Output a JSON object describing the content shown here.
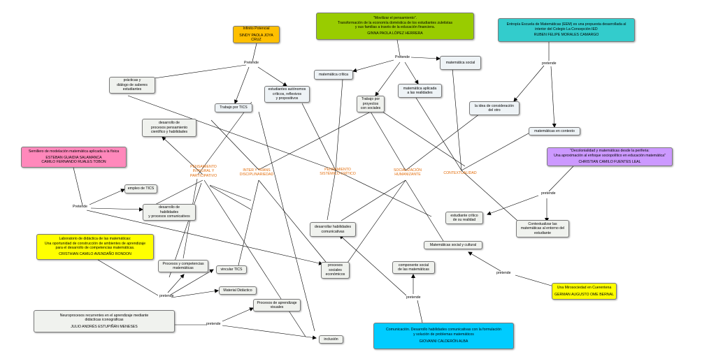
{
  "diagram": {
    "type": "concept-map",
    "nodes": {
      "infinito": {
        "title": "Infinito Potencial",
        "author": "SINDY PAOLA JOYA CRUZ"
      },
      "movilizar": {
        "title": "\"Movilizar el pensamiento\".\nTransformación de la economía doméstica de los estudiantes zuletistas\ny sus familias a través de la educación financiera.",
        "author": "GINNA PAOLA LÓPEZ HERRERA"
      },
      "entropia": {
        "title": "Entropía Escuela de Matemáticas (EEM) es una propuesta desarrollada al\ninterior del Colegio La Concepción IED",
        "author": "RUBEN FELIPE MORALES CAMARGO"
      },
      "semillero": {
        "title": "Semillero de modelación matemática aplicada a la física",
        "author": "ESTEBAN GUAIDIA SALAMANCA\nCAMILO FERNANDO RUALES TOBON"
      },
      "decolonialidad": {
        "title": "\"Decolonialidad y matemáticas desde la periferia:\nUna aproximación al enfoque sociopolítico en educación matemática\"",
        "author": "CHRISTIAN CAMILO FUENTES LEAL"
      },
      "laboratorio": {
        "title": "Laboratorio de didáctica de las matemáticas:\nUna oportunidad de construcción de ambientes de aprendizaje\npara el desarrollo de competencias matemáticas.",
        "author": "CRISTHIAN CAMILO AVENDAÑO RONDON"
      },
      "neuroprocesos": {
        "title": "Neuroprocesos recurrentes en el aprendizaje mediante\ndidácticas iconográficas",
        "author": "JULIO ANDRÉS ESTUPIÑÁN MENESES"
      },
      "miroso": {
        "title": "Una Mirosociedad en Cuerentena",
        "author": "GERMAN AUGUSTO OME BERNAL"
      },
      "comunicacion": {
        "title": "Comunicación. Desarrollo habilidades comunicativas con la formulación\ny solución de problemas matemáticos",
        "author": "GIOVANNI CALDERÓN ALBA"
      },
      "practicas": "prácticas y\ndiálogo de saberes\nestudiantes",
      "autonomos": "estudiantes autónomos\ncríticos, reflexivos\ny propositivos",
      "trabajo_tics": "Trabajo por TICS",
      "desarrollo_pens": "desarrollo de\nprocesos pensamiento\ncientífico y habilidades",
      "mat_critica": "matemática crítica",
      "mat_social": "matemática social",
      "trabajo_proy": "Trabajo por\nproyectos\ncon sociales",
      "mat_aplicada": "matemática aplicada\na las realidades",
      "idea_consid": "la idea de consideración\ndel otro",
      "mat_contexto": "matemáticas en contexto",
      "empleo_tics": "empleo de TICS",
      "desarrollo_hab": "desarrollo de\nhabilidades\ny  procesos  comunicativos",
      "estudiante_critico": "estudiante crítico\nde su realidad",
      "contextualizar": "Contextualizar las\nmatemáticas al entorno del\nestudiante",
      "desarrollar_hab": "desarrollar habilidades\ncomunicativas",
      "mat_social_cultural": "Matemáticas social y cultural",
      "procesos_comp": "Procesos y competencias\nmatemáticas",
      "vincular_tics": "vincular TICS",
      "procesos_soc": "procesos\nsociales\neconómicos",
      "componente_social": "componente social\nde las matemáticas",
      "material": "Material Didáctico",
      "procesos_aprend": "Procesos de aprendizaje\nvisuales",
      "inclusion": "inclusión"
    },
    "categories": {
      "integral": "PENSAMIENTO\nINTEGRAL Y\nPARTICIPATIVO",
      "inter": "INTER Y TRANS\nDISCIPLINARIEDAD",
      "sistemico": "PENSAMIENTO\nSISTÉMICO-CRÍTICO",
      "socializacion": "SOCIALIZACIÓN\nHUMANIZANTE",
      "contextualidad": "CONTEXTUALIDAD"
    },
    "link_label": "pretende",
    "link_label_cap": "Pretende",
    "colors": {
      "category_text": "#e36c09",
      "line": "#000000",
      "concept_fill": "#f0f2ee"
    }
  }
}
